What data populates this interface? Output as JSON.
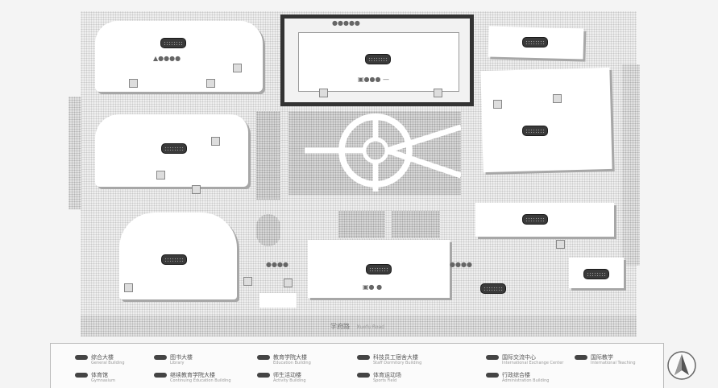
{
  "map": {
    "south_road_label": "学府路",
    "south_road_label_en": "Xuefu Road"
  },
  "colors": {
    "highlight_border": "#333333",
    "building": "#ffffff",
    "plaza": "#d0d0d0"
  },
  "legend": {
    "items": [
      {
        "name": "综合大楼",
        "sub": "General Building"
      },
      {
        "name": "图书大楼",
        "sub": "Library"
      },
      {
        "name": "教育学院大楼",
        "sub": "Education Building"
      },
      {
        "name": "科技员工宿舍大楼",
        "sub": "Staff Dormitory Building"
      },
      {
        "name": "国际交流中心",
        "sub": "International Exchange Center"
      },
      {
        "name": "国际教学",
        "sub": "International Teaching"
      },
      {
        "name": "体育馆",
        "sub": "Gymnasium"
      },
      {
        "name": "继续教育学院大楼",
        "sub": "Continuing Education Building"
      },
      {
        "name": "师生活动楼",
        "sub": "Activity Building"
      },
      {
        "name": "体育运动场",
        "sub": "Sports Field"
      },
      {
        "name": "行政综合楼",
        "sub": "Administration Building"
      }
    ]
  }
}
